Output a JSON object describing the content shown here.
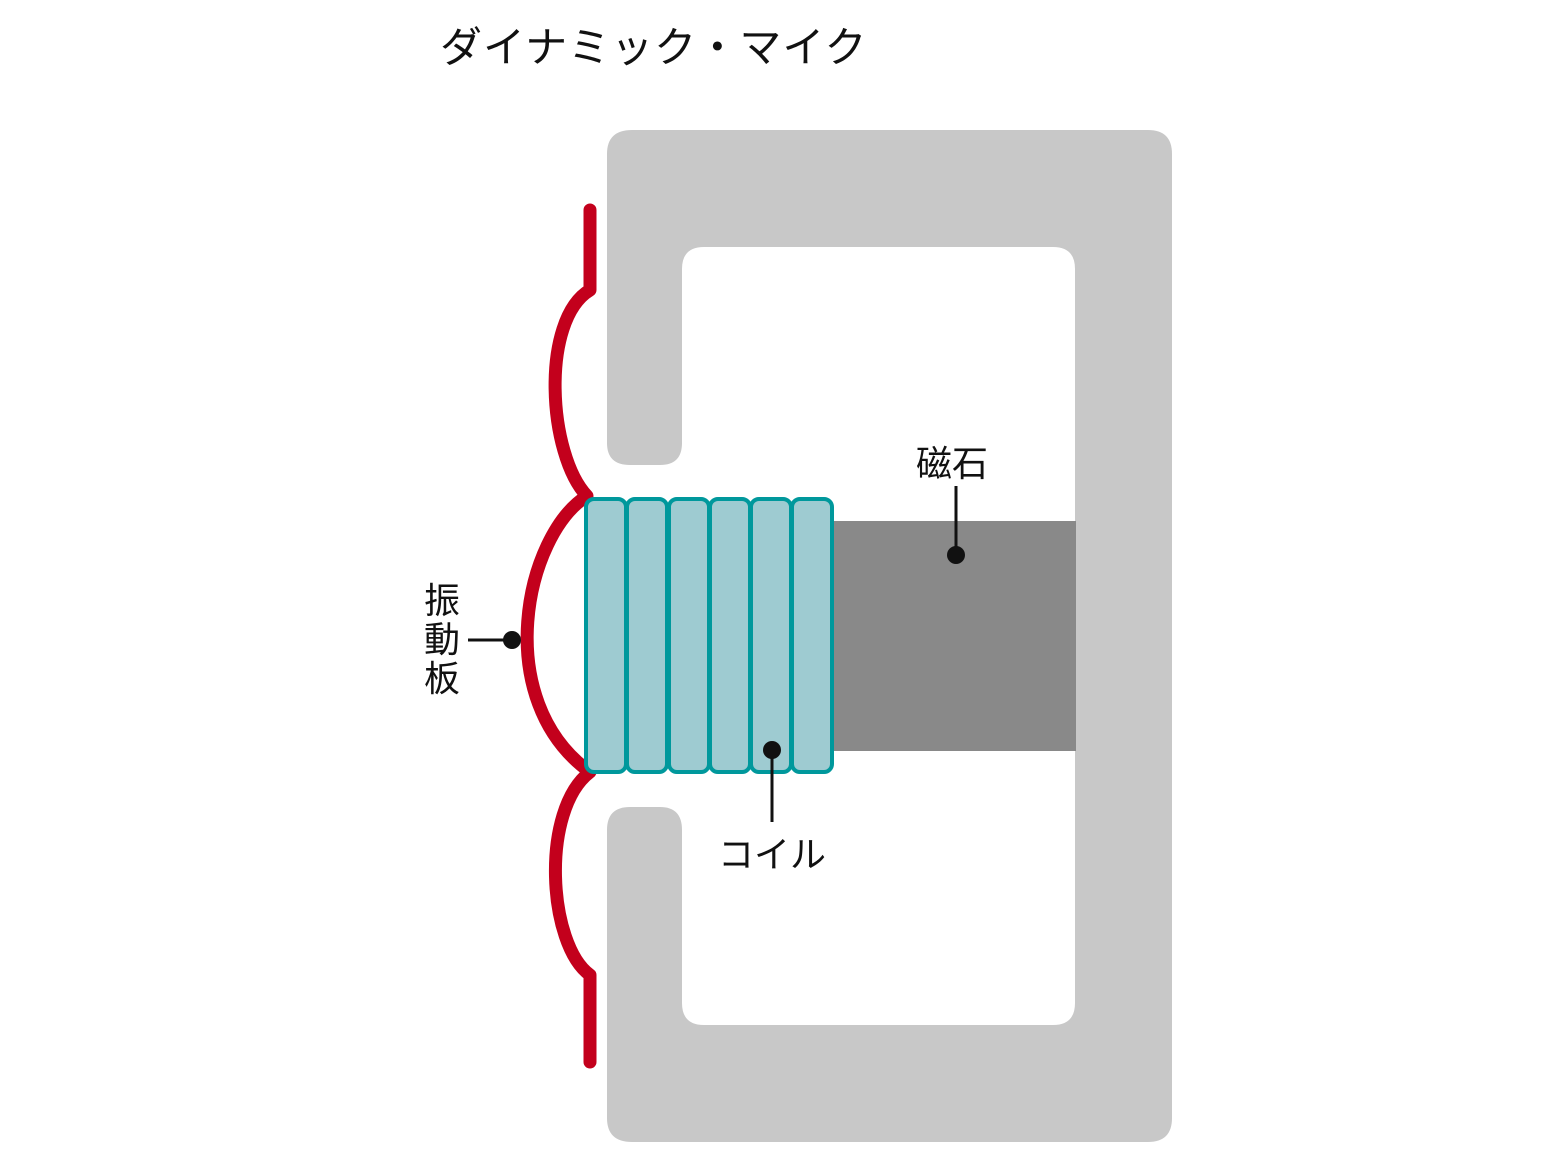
{
  "title": "ダイナミック・マイク",
  "labels": {
    "magnet": "磁石",
    "coil": "コイル",
    "diaphragm": "振動板"
  },
  "colors": {
    "yoke": "#c8c8c8",
    "magnet": "#898989",
    "diaphragm": "#c3001c",
    "coil_fill": "#9ecbd1",
    "coil_stroke": "#00989c",
    "leader": "#111111"
  }
}
